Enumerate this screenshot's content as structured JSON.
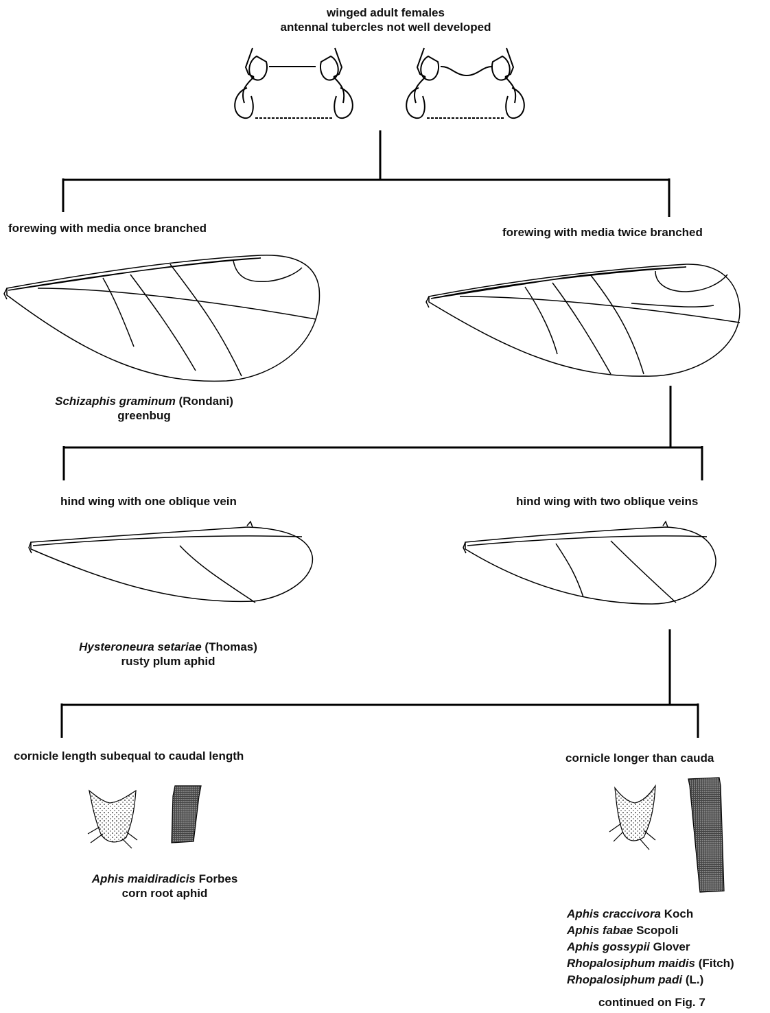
{
  "title": {
    "line1": "winged adult females",
    "line2": "antennal tubercles not well developed"
  },
  "nodes": {
    "forewing_once": "forewing with media once branched",
    "forewing_twice": "forewing with media twice branched",
    "hind_one": "hind wing with one oblique vein",
    "hind_two": "hind wing with two oblique veins",
    "cornicle_subequal": "cornicle length subequal to caudal length",
    "cornicle_longer": "cornicle longer than cauda"
  },
  "results": {
    "greenbug": {
      "genus_species": "Schizaphis graminum",
      "author": " (Rondani)",
      "common": "greenbug"
    },
    "rusty": {
      "genus_species": "Hysteroneura setariae",
      "author": " (Thomas)",
      "common": "rusty plum aphid"
    },
    "cornroot": {
      "genus_species": "Aphis maidiradicis",
      "author": " Forbes",
      "common": "corn root aphid"
    },
    "species_list": [
      {
        "name": "Aphis craccivora",
        "author": " Koch"
      },
      {
        "name": "Aphis fabae",
        "author": " Scopoli"
      },
      {
        "name": "Aphis gossypii",
        "author": " Glover"
      },
      {
        "name": "Rhopalosiphum maidis",
        "author": " (Fitch)"
      },
      {
        "name": "Rhopalosiphum padi",
        "author": " (L.)"
      }
    ],
    "continued": "continued on Fig. 7"
  }
}
